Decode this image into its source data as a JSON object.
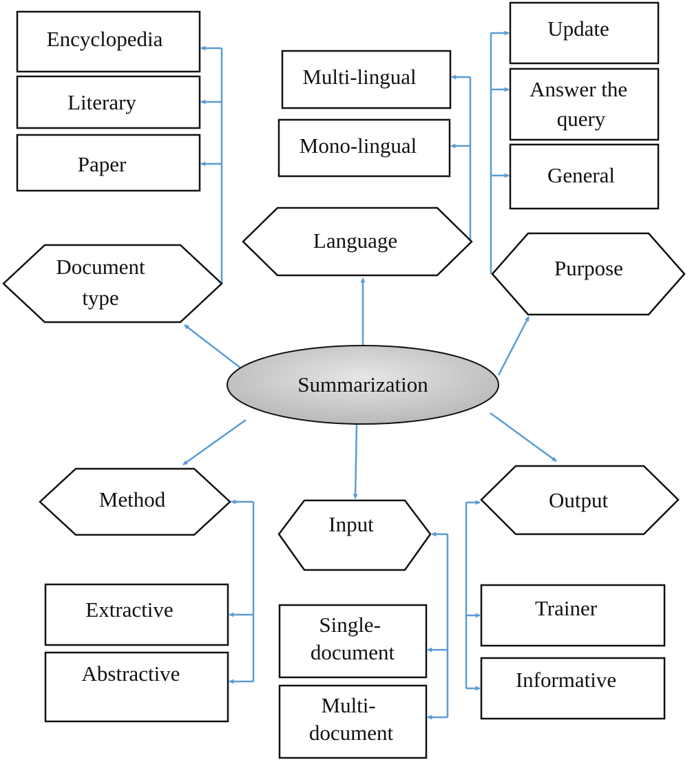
{
  "center": {
    "label": "Summarization"
  },
  "categories": {
    "document_type": {
      "label_lines": [
        "Document",
        "type"
      ],
      "items": [
        "Encyclopedia",
        "Literary",
        "Paper"
      ]
    },
    "language": {
      "label_lines": [
        "Language"
      ],
      "items": [
        "Multi-lingual",
        "Mono-lingual"
      ]
    },
    "purpose": {
      "label_lines": [
        "Purpose"
      ],
      "items": [
        "Update",
        "Answer the query",
        "General"
      ]
    },
    "method": {
      "label_lines": [
        "Method"
      ],
      "items": [
        "Extractive",
        "Abstractive"
      ]
    },
    "input": {
      "label_lines": [
        "Input"
      ],
      "items": [
        "Single-document",
        "Multi-document"
      ]
    },
    "output": {
      "label_lines": [
        "Output"
      ],
      "items": [
        "Trainer",
        "Informative"
      ]
    }
  },
  "colors": {
    "arrow": "#5b9bd5",
    "ellipse_light": "#e6e6e6",
    "ellipse_dark": "#b9b9b9",
    "stroke": "#111111"
  }
}
